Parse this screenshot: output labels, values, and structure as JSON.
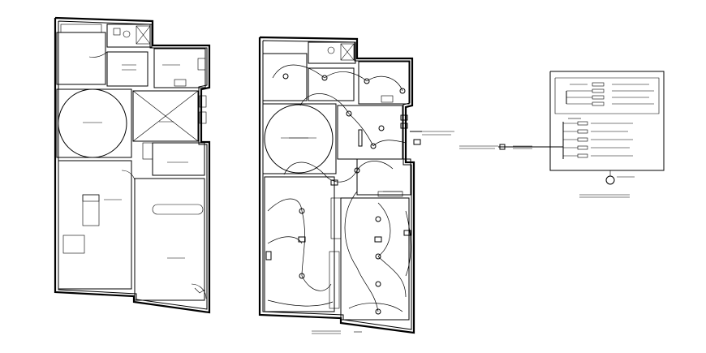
{
  "drawing": {
    "plans": [
      {
        "id": "plan-layout",
        "kind": "floor-plan"
      },
      {
        "id": "plan-electrical",
        "kind": "electrical-layout"
      },
      {
        "id": "plan-schematic",
        "kind": "single-line-schematic"
      }
    ],
    "line_color": "#000000",
    "background": "#ffffff"
  }
}
